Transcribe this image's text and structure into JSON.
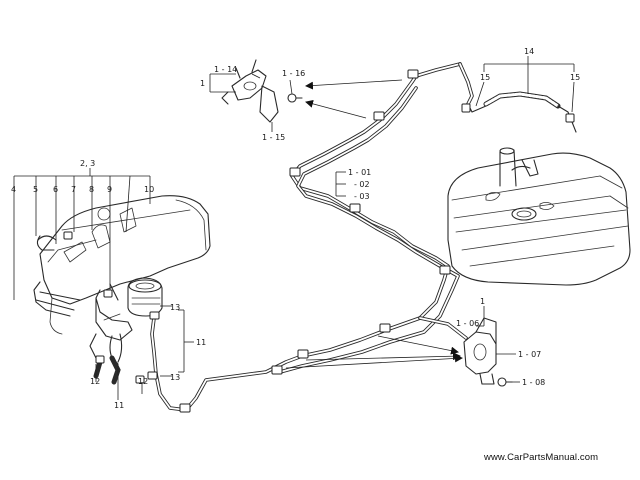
{
  "labels": {
    "l_2_3": "2, 3",
    "l_4": "4",
    "l_5": "5",
    "l_6": "6",
    "l_7": "7",
    "l_8": "8",
    "l_9": "9",
    "l_10": "10",
    "l_1_top": "1",
    "l_1_14": "1 - 14",
    "l_1_16": "1 - 16",
    "l_1_15": "1 - 15",
    "l_14": "14",
    "l_15a": "15",
    "l_15b": "15",
    "l_1_01": "1 - 01",
    "l_02": "- 02",
    "l_03": "- 03",
    "l_13a": "13",
    "l_13b": "13",
    "l_11a": "11",
    "l_11b": "11",
    "l_12a": "12",
    "l_12b": "12",
    "l_1_right": "1",
    "l_1_06": "1 - 06",
    "l_1_07": "1 - 07",
    "l_1_08": "1 - 08"
  },
  "watermark": "www.CarPartsManual.com"
}
